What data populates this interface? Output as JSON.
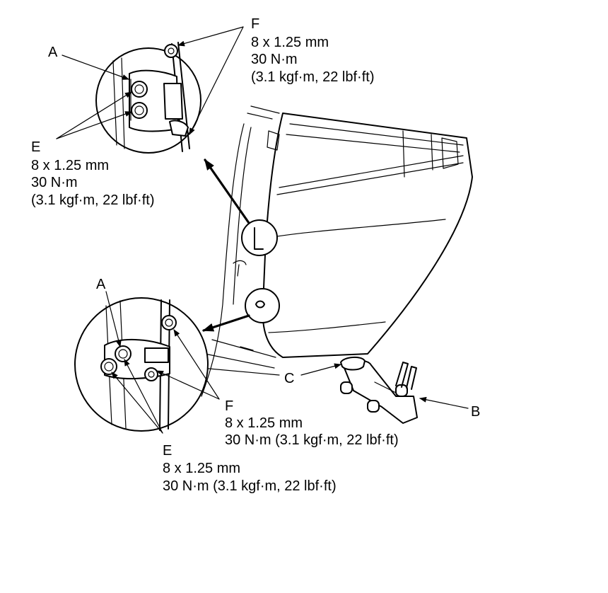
{
  "callouts": {
    "a_top": "A",
    "a_bottom": "A",
    "b": "B",
    "c": "C",
    "e_top": {
      "letter": "E",
      "size": "8 x 1.25 mm",
      "torque": "30 N·m",
      "torque_alt": "(3.1 kgf·m, 22 lbf·ft)"
    },
    "f_top": {
      "letter": "F",
      "size": "8 x 1.25 mm",
      "torque": "30 N·m",
      "torque_alt": "(3.1 kgf·m, 22 lbf·ft)"
    },
    "f_bottom": {
      "letter": "F",
      "size": "8 x 1.25 mm",
      "torque_full": "30 N·m (3.1 kgf·m, 22 lbf·ft)"
    },
    "e_bottom": {
      "letter": "E",
      "size": "8 x 1.25 mm",
      "torque_full": "30 N·m (3.1 kgf·m, 22 lbf·ft)"
    }
  },
  "colors": {
    "ink": "#000000",
    "paper": "#ffffff"
  }
}
